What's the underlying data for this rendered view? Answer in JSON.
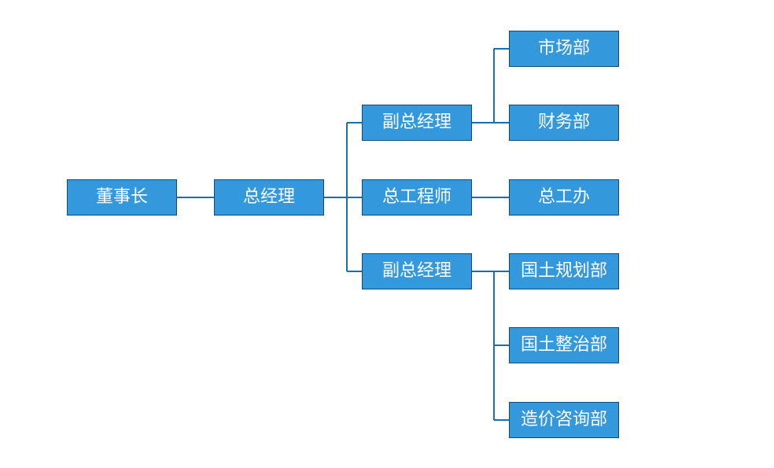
{
  "colors": {
    "node_fill": "#3398dc",
    "node_border": "#0f4a7a",
    "connector": "#1a6fb0",
    "text": "#ffffff"
  },
  "nodes": {
    "chairman": "董事长",
    "general_manager": "总经理",
    "vice_general_manager_1": "副总经理",
    "chief_engineer": "总工程师",
    "vice_general_manager_2": "副总经理",
    "market_dept": "市场部",
    "finance_dept": "财务部",
    "chief_engineer_office": "总工办",
    "land_planning_dept": "国土规划部",
    "land_remediation_dept": "国土整治部",
    "cost_consulting_dept": "造价咨询部"
  },
  "edges": [
    [
      "chairman",
      "general_manager"
    ],
    [
      "general_manager",
      "vice_general_manager_1"
    ],
    [
      "general_manager",
      "chief_engineer"
    ],
    [
      "general_manager",
      "vice_general_manager_2"
    ],
    [
      "vice_general_manager_1",
      "market_dept"
    ],
    [
      "vice_general_manager_1",
      "finance_dept"
    ],
    [
      "chief_engineer",
      "chief_engineer_office"
    ],
    [
      "vice_general_manager_2",
      "land_planning_dept"
    ],
    [
      "vice_general_manager_2",
      "land_remediation_dept"
    ],
    [
      "vice_general_manager_2",
      "cost_consulting_dept"
    ]
  ]
}
